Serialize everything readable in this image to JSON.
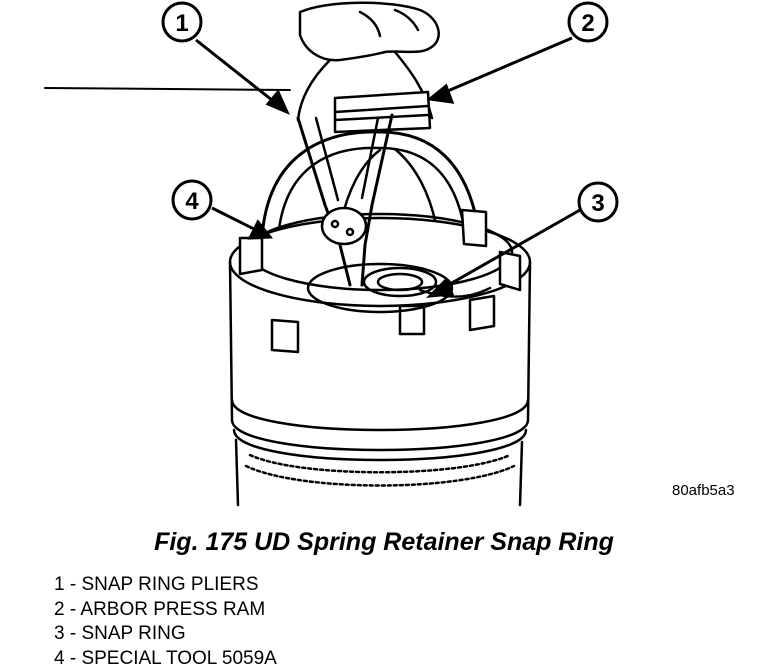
{
  "figure": {
    "image_id": "80afb5a3",
    "caption": "Fig. 175 UD Spring Retainer Snap Ring",
    "callouts": [
      "1",
      "2",
      "3",
      "4"
    ],
    "legend": [
      "1 - SNAP RING PLIERS",
      "2 - ARBOR PRESS RAM",
      "3 - SNAP RING",
      "4 - SPECIAL TOOL 5059A"
    ]
  }
}
